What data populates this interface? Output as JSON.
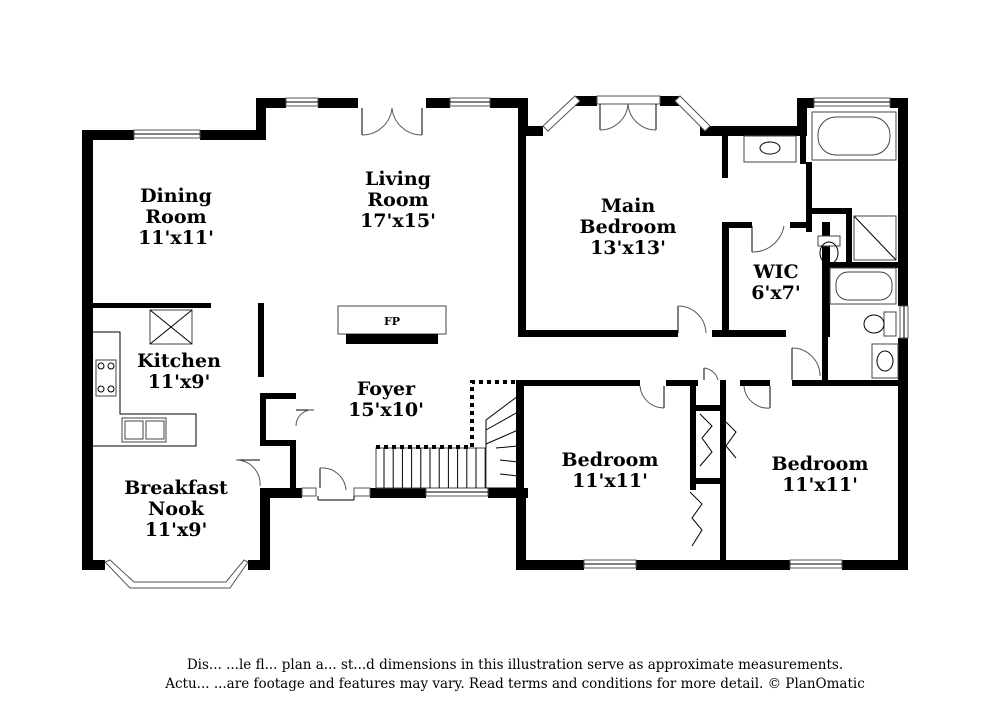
{
  "rooms": {
    "dining": {
      "name_1": "Dining",
      "name_2": "Room",
      "size": "11'x11'"
    },
    "living": {
      "name_1": "Living",
      "name_2": "Room",
      "size": "17'x15'"
    },
    "main_bedroom": {
      "name_1": "Main",
      "name_2": "Bedroom",
      "size": "13'x13'"
    },
    "wic": {
      "name": "WIC",
      "size": "6'x7'"
    },
    "kitchen": {
      "name": "Kitchen",
      "size": "11'x9'"
    },
    "foyer": {
      "name": "Foyer",
      "size": "15'x10'"
    },
    "breakfast": {
      "name_1": "Breakfast",
      "name_2": "Nook",
      "size": "11'x9'"
    },
    "bedroom_middle": {
      "name": "Bedroom",
      "size": "11'x11'"
    },
    "bedroom_right": {
      "name": "Bedroom",
      "size": "11'x11'"
    }
  },
  "fireplace_label": "FP",
  "disclaimer": {
    "line1": "Dis... ...le fl... plan a... st...d dimensions in this illustration serve as approximate measurements.",
    "line2": "Actu... ...are footage and features may vary. Read terms and conditions for more detail. © PlanOmatic"
  }
}
